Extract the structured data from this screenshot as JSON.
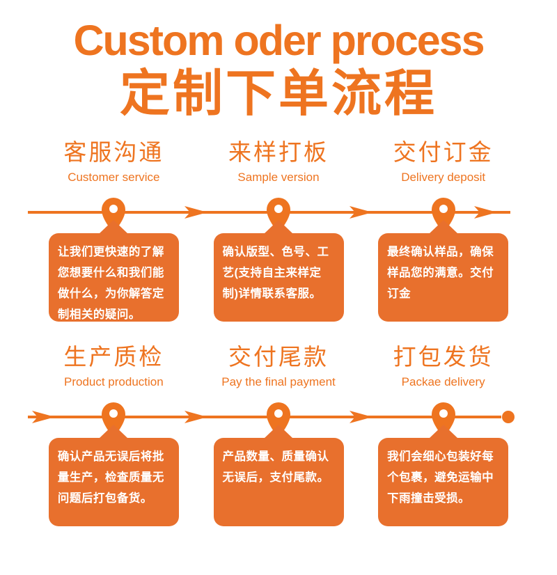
{
  "page": {
    "title_en": "Custom oder process",
    "title_zh": "定制下单流程"
  },
  "colors": {
    "orange": "#ee7420",
    "bubble_fill": "#e8702d",
    "bubble_text": "#ffffff",
    "background": "#ffffff"
  },
  "steps": [
    {
      "title_zh": "客服沟通",
      "title_en": "Customer service",
      "desc": "让我们更快速的了解您想要什么和我们能做什么，为你解答定制相关的疑问。"
    },
    {
      "title_zh": "来样打板",
      "title_en": "Sample version",
      "desc": "确认版型、色号、工艺(支持自主来样定制)详情联系客服。"
    },
    {
      "title_zh": "交付订金",
      "title_en": "Delivery deposit",
      "desc": "最终确认样品，确保样品您的满意。交付订金"
    },
    {
      "title_zh": "生产质检",
      "title_en": "Product production",
      "desc": "确认产品无误后将批量生产，检查质量无问题后打包备货。"
    },
    {
      "title_zh": "交付尾款",
      "title_en": "Pay the final payment",
      "desc": "产品数量、质量确认无误后，支付尾款。"
    },
    {
      "title_zh": "打包发货",
      "title_en": "Packae delivery",
      "desc": "我们会细心包装好每个包裹，避免运输中下雨撞击受损。"
    }
  ]
}
